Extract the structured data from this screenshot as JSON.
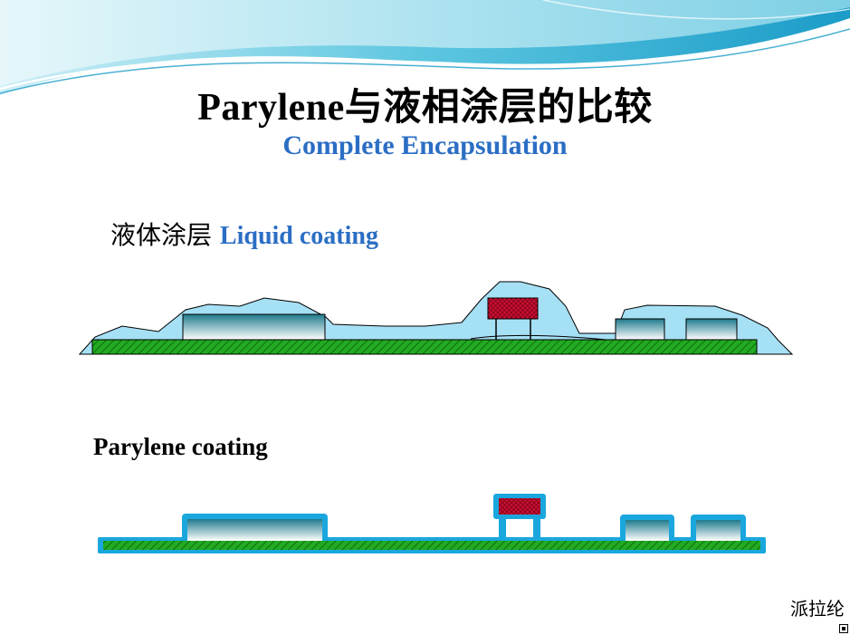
{
  "slide": {
    "title": "Parylene与液相涂层的比较",
    "subtitle": "Complete Encapsulation",
    "liquid_label_cn": "液体涂层",
    "liquid_label_en": "Liquid coating",
    "parylene_label": "Parylene coating",
    "footer_mark": "派拉纶"
  },
  "colors": {
    "title": "#000000",
    "accent_blue": "#2b6ec4",
    "liquid_fill": "#a6e0f5",
    "parylene_coat": "#1aa7de",
    "board_green": "#22aa22",
    "chip_red": "#cc1133",
    "component_gradient": [
      "#1f7a8c",
      "#ffffff"
    ]
  }
}
